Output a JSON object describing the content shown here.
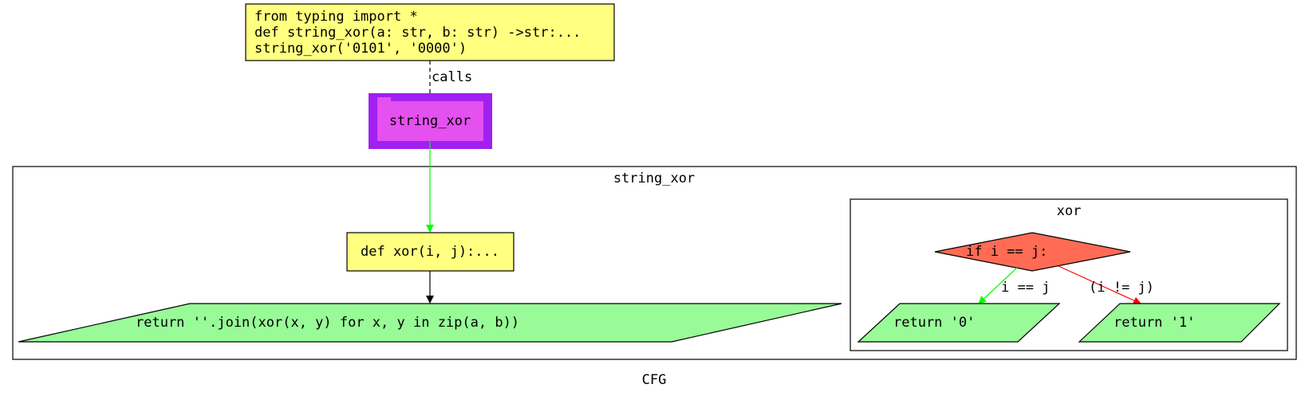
{
  "diagram": {
    "caption": "CFG",
    "entry_node": {
      "lines": [
        "from typing import *",
        "def string_xor(a: str, b: str) ->str:...",
        "string_xor('0101', '0000')"
      ],
      "fill": "#ffff80"
    },
    "calls_label": "calls",
    "function_node": {
      "label": "string_xor",
      "fill": "#e550f0",
      "border": "#a020f0"
    },
    "cluster_outer": {
      "title": "string_xor",
      "def_node": "def xor(i, j):...",
      "return_node": "return ''.join(xor(x, y) for x, y in zip(a, b))"
    },
    "cluster_inner": {
      "title": "xor",
      "decision_node": "if i == j:",
      "true_edge_label": "i == j",
      "false_edge_label": "(i != j)",
      "return_true": "return '0'",
      "return_false": "return '1'"
    },
    "colors": {
      "code_node": "#ffff80",
      "return_node": "#98fb98",
      "decision_node": "#ff6b55",
      "true_edge": "#00ff00",
      "false_edge": "#ff0000",
      "call_edge": "#00ff00"
    }
  }
}
